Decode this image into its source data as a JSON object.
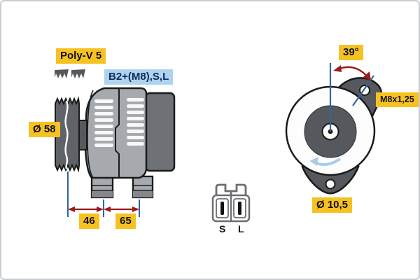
{
  "colors": {
    "label-yellow": "#F6C222",
    "label-blue-bg": "#AFD3EE",
    "label-blue-text": "#0E2B5C",
    "dimension-red": "#9B1B1B",
    "line-blue": "#2F66A0",
    "rotation-arrow-blue": "#A9CDE9",
    "body-gray": "#A6AAAE",
    "component-dark-gray": "#55595D",
    "rear-housing-gray": "#6E7276",
    "pulley-gray": "#5F6367",
    "outline-black": "#1A1A1A",
    "canvas-border": "#C9CDD1"
  },
  "diagram": {
    "belt": {
      "type_label": "Poly-V 5",
      "pulley_diameter_label": "Ø 58"
    },
    "connector": {
      "code_label": "B2+(M8),S,L",
      "terminal_left": "S",
      "terminal_right": "L"
    },
    "dimensions": {
      "pulley_to_foot": "46",
      "foot_spacing": "65",
      "mounting_angle": "39°",
      "thread_spec": "M8x1,25",
      "mounting_hole_diameter": "Ø 10,5"
    }
  }
}
